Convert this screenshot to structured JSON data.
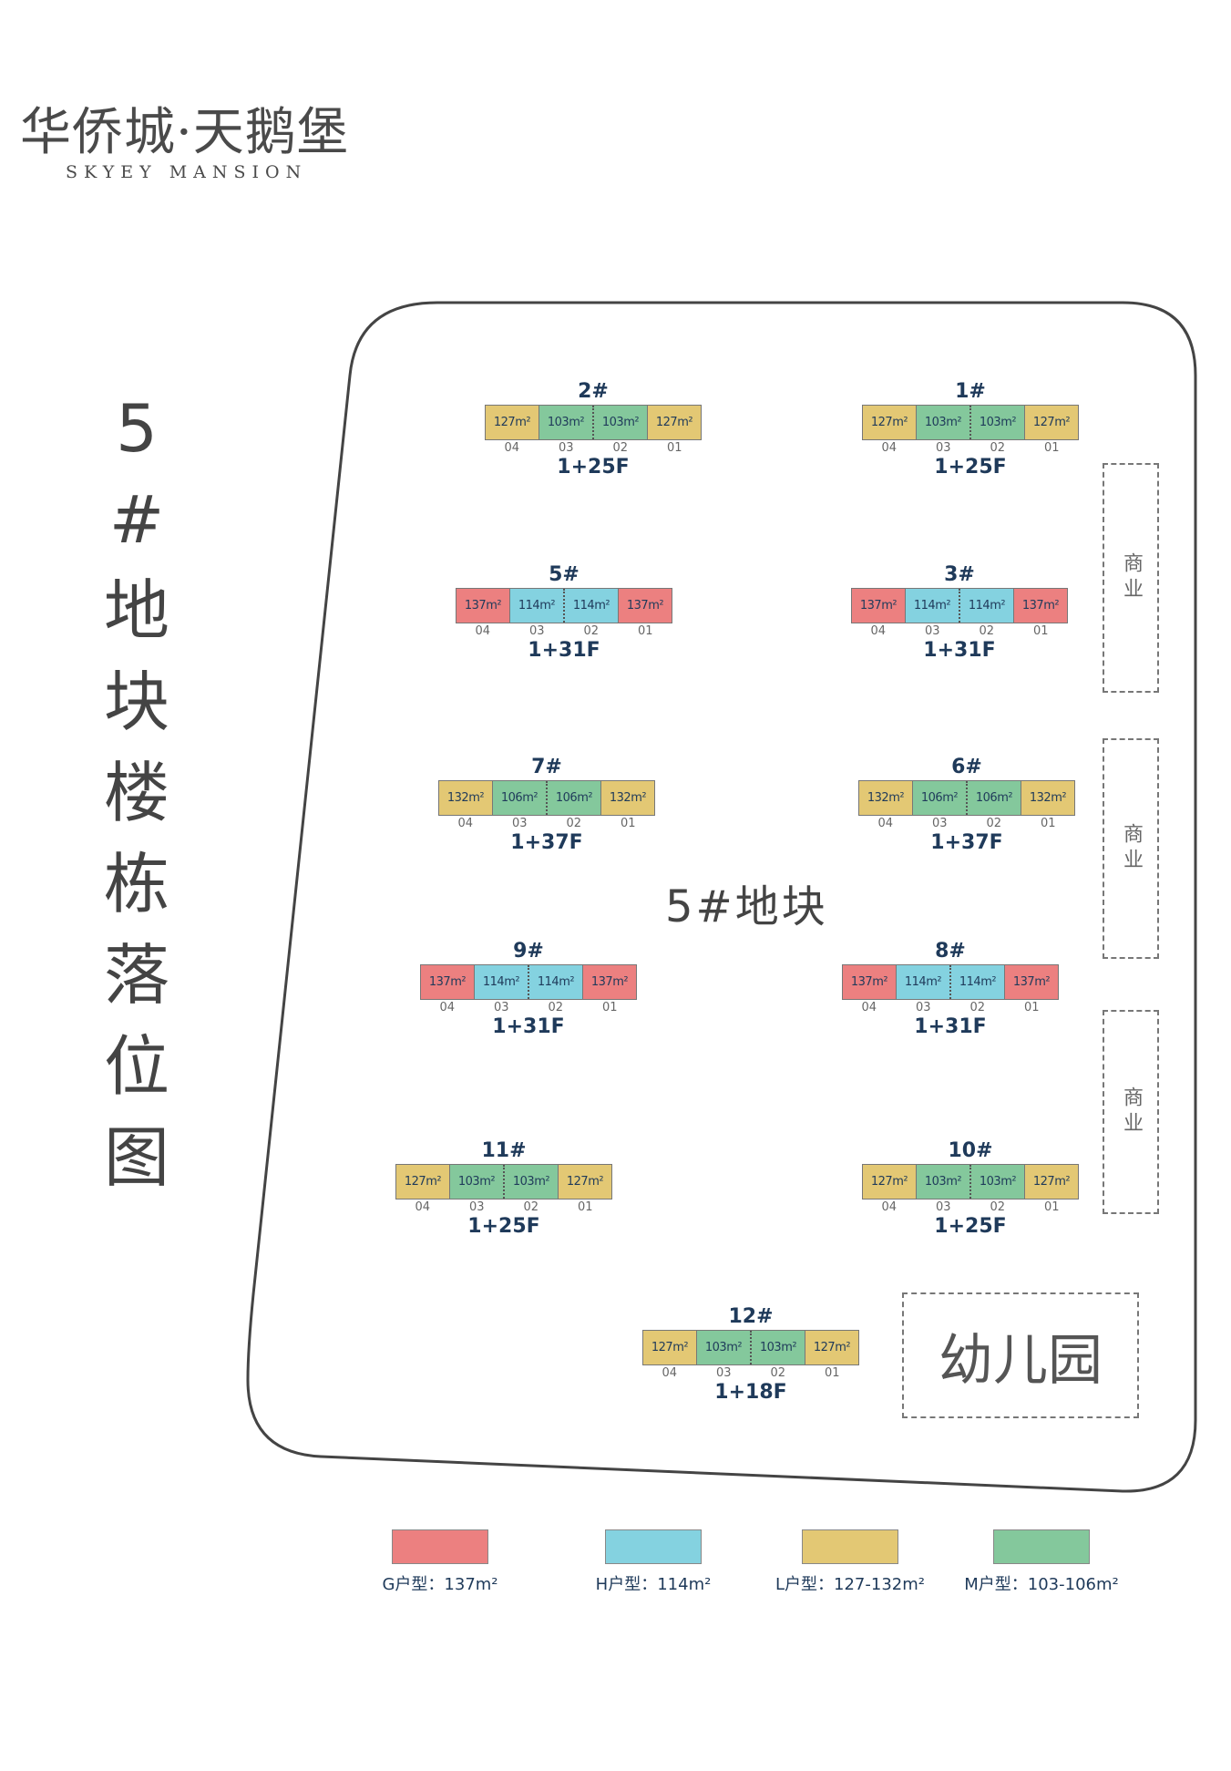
{
  "logo": {
    "cn": "华侨城·天鹅堡",
    "en": "SKYEY MANSION"
  },
  "side_title": [
    "5",
    "#",
    "地",
    "块",
    "楼",
    "栋",
    "落",
    "位",
    "图"
  ],
  "plot_label": "5#地块",
  "colors": {
    "G": "#ec8080",
    "H": "#84d2e0",
    "L": "#e3c874",
    "M": "#84c89c"
  },
  "unit_numbers": [
    "04",
    "03",
    "02",
    "01"
  ],
  "buildings": [
    {
      "name": "2#",
      "floors": "1+25F",
      "units": [
        {
          "t": "L",
          "area": "127m²"
        },
        {
          "t": "M",
          "area": "103m²"
        },
        {
          "t": "M",
          "area": "103m²"
        },
        {
          "t": "L",
          "area": "127m²"
        }
      ]
    },
    {
      "name": "1#",
      "floors": "1+25F",
      "units": [
        {
          "t": "L",
          "area": "127m²"
        },
        {
          "t": "M",
          "area": "103m²"
        },
        {
          "t": "M",
          "area": "103m²"
        },
        {
          "t": "L",
          "area": "127m²"
        }
      ]
    },
    {
      "name": "5#",
      "floors": "1+31F",
      "units": [
        {
          "t": "G",
          "area": "137m²"
        },
        {
          "t": "H",
          "area": "114m²"
        },
        {
          "t": "H",
          "area": "114m²"
        },
        {
          "t": "G",
          "area": "137m²"
        }
      ]
    },
    {
      "name": "3#",
      "floors": "1+31F",
      "units": [
        {
          "t": "G",
          "area": "137m²"
        },
        {
          "t": "H",
          "area": "114m²"
        },
        {
          "t": "H",
          "area": "114m²"
        },
        {
          "t": "G",
          "area": "137m²"
        }
      ]
    },
    {
      "name": "7#",
      "floors": "1+37F",
      "units": [
        {
          "t": "L",
          "area": "132m²"
        },
        {
          "t": "M",
          "area": "106m²"
        },
        {
          "t": "M",
          "area": "106m²"
        },
        {
          "t": "L",
          "area": "132m²"
        }
      ]
    },
    {
      "name": "6#",
      "floors": "1+37F",
      "units": [
        {
          "t": "L",
          "area": "132m²"
        },
        {
          "t": "M",
          "area": "106m²"
        },
        {
          "t": "M",
          "area": "106m²"
        },
        {
          "t": "L",
          "area": "132m²"
        }
      ]
    },
    {
      "name": "9#",
      "floors": "1+31F",
      "units": [
        {
          "t": "G",
          "area": "137m²"
        },
        {
          "t": "H",
          "area": "114m²"
        },
        {
          "t": "H",
          "area": "114m²"
        },
        {
          "t": "G",
          "area": "137m²"
        }
      ]
    },
    {
      "name": "8#",
      "floors": "1+31F",
      "units": [
        {
          "t": "G",
          "area": "137m²"
        },
        {
          "t": "H",
          "area": "114m²"
        },
        {
          "t": "H",
          "area": "114m²"
        },
        {
          "t": "G",
          "area": "137m²"
        }
      ]
    },
    {
      "name": "11#",
      "floors": "1+25F",
      "units": [
        {
          "t": "L",
          "area": "127m²"
        },
        {
          "t": "M",
          "area": "103m²"
        },
        {
          "t": "M",
          "area": "103m²"
        },
        {
          "t": "L",
          "area": "127m²"
        }
      ]
    },
    {
      "name": "10#",
      "floors": "1+25F",
      "units": [
        {
          "t": "L",
          "area": "127m²"
        },
        {
          "t": "M",
          "area": "103m²"
        },
        {
          "t": "M",
          "area": "103m²"
        },
        {
          "t": "L",
          "area": "127m²"
        }
      ]
    },
    {
      "name": "12#",
      "floors": "1+18F",
      "units": [
        {
          "t": "L",
          "area": "127m²"
        },
        {
          "t": "M",
          "area": "103m²"
        },
        {
          "t": "M",
          "area": "103m²"
        },
        {
          "t": "L",
          "area": "127m²"
        }
      ]
    }
  ],
  "shops": [
    "商业",
    "商业",
    "商业"
  ],
  "kindergarten": "幼儿园",
  "legend": [
    {
      "type": "G",
      "label": "G户型：137m²"
    },
    {
      "type": "H",
      "label": "H户型：114m²"
    },
    {
      "type": "L",
      "label": "L户型：127-132m²"
    },
    {
      "type": "M",
      "label": "M户型：103-106m²"
    }
  ]
}
